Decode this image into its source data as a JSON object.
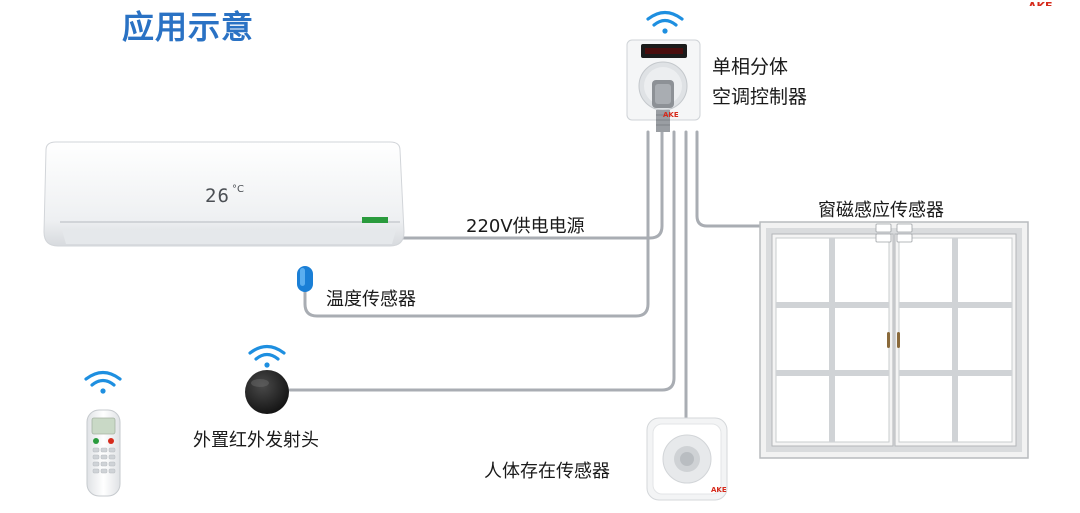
{
  "title": "应用示意",
  "labels": {
    "controller_line1": "单相分体",
    "controller_line2": "空调控制器",
    "power": "220V供电电源",
    "temp_sensor": "温度传感器",
    "window_sensor": "窗磁感应传感器",
    "ir_emitter": "外置红外发射头",
    "presence_sensor": "人体存在传感器"
  },
  "ac_display": "26",
  "ac_unit": "°C",
  "brand": "AKE",
  "colors": {
    "title": "#2a72c4",
    "wifi": "#1e8fe0",
    "cable": "#a9adb3",
    "temp_sensor": "#1a7fd6",
    "brand_red": "#d62b1c"
  }
}
